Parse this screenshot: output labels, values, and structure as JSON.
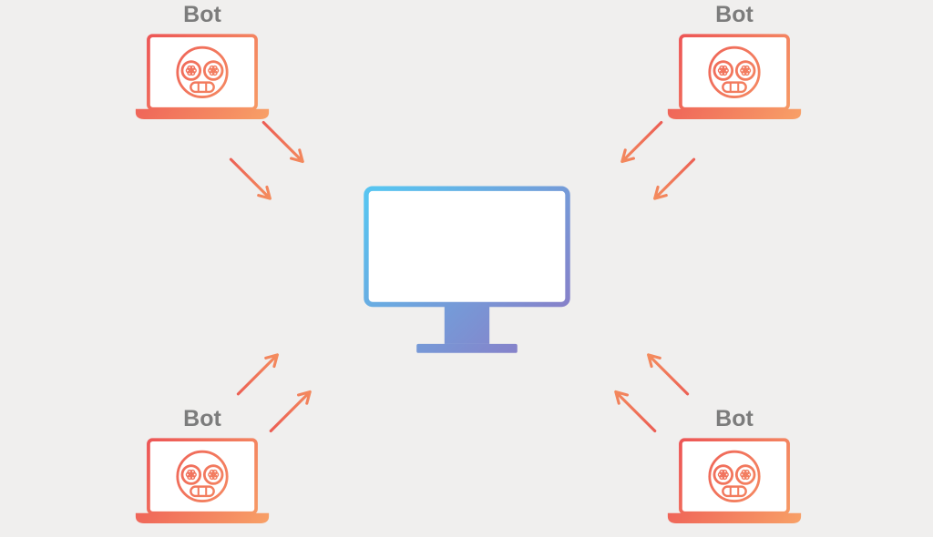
{
  "diagram": {
    "bots": [
      {
        "label": "Bot",
        "position": "top-left",
        "icon": "bot-laptop-icon"
      },
      {
        "label": "Bot",
        "position": "top-right",
        "icon": "bot-laptop-icon"
      },
      {
        "label": "Bot",
        "position": "bottom-left",
        "icon": "bot-laptop-icon"
      },
      {
        "label": "Bot",
        "position": "bottom-right",
        "icon": "bot-laptop-icon"
      }
    ],
    "target": {
      "icon": "target-computer-icon"
    },
    "arrows": [
      {
        "icon": "attack-arrows-icon",
        "from": "top-left",
        "direction": "down-right"
      },
      {
        "icon": "attack-arrows-icon",
        "from": "top-right",
        "direction": "down-left"
      },
      {
        "icon": "attack-arrows-icon",
        "from": "bottom-left",
        "direction": "up-right"
      },
      {
        "icon": "attack-arrows-icon",
        "from": "bottom-right",
        "direction": "up-left"
      }
    ],
    "colors": {
      "background": "#f0efee",
      "label": "#7c7c7c",
      "bot_gradient_start": "#ec4f54",
      "bot_gradient_end": "#f8a267",
      "arrow_gradient_start": "#e8494f",
      "arrow_gradient_end": "#f79e62",
      "monitor_gradient_start": "#58c4f0",
      "monitor_gradient_end": "#8c7ac5",
      "screen_fill": "#ffffff"
    }
  }
}
